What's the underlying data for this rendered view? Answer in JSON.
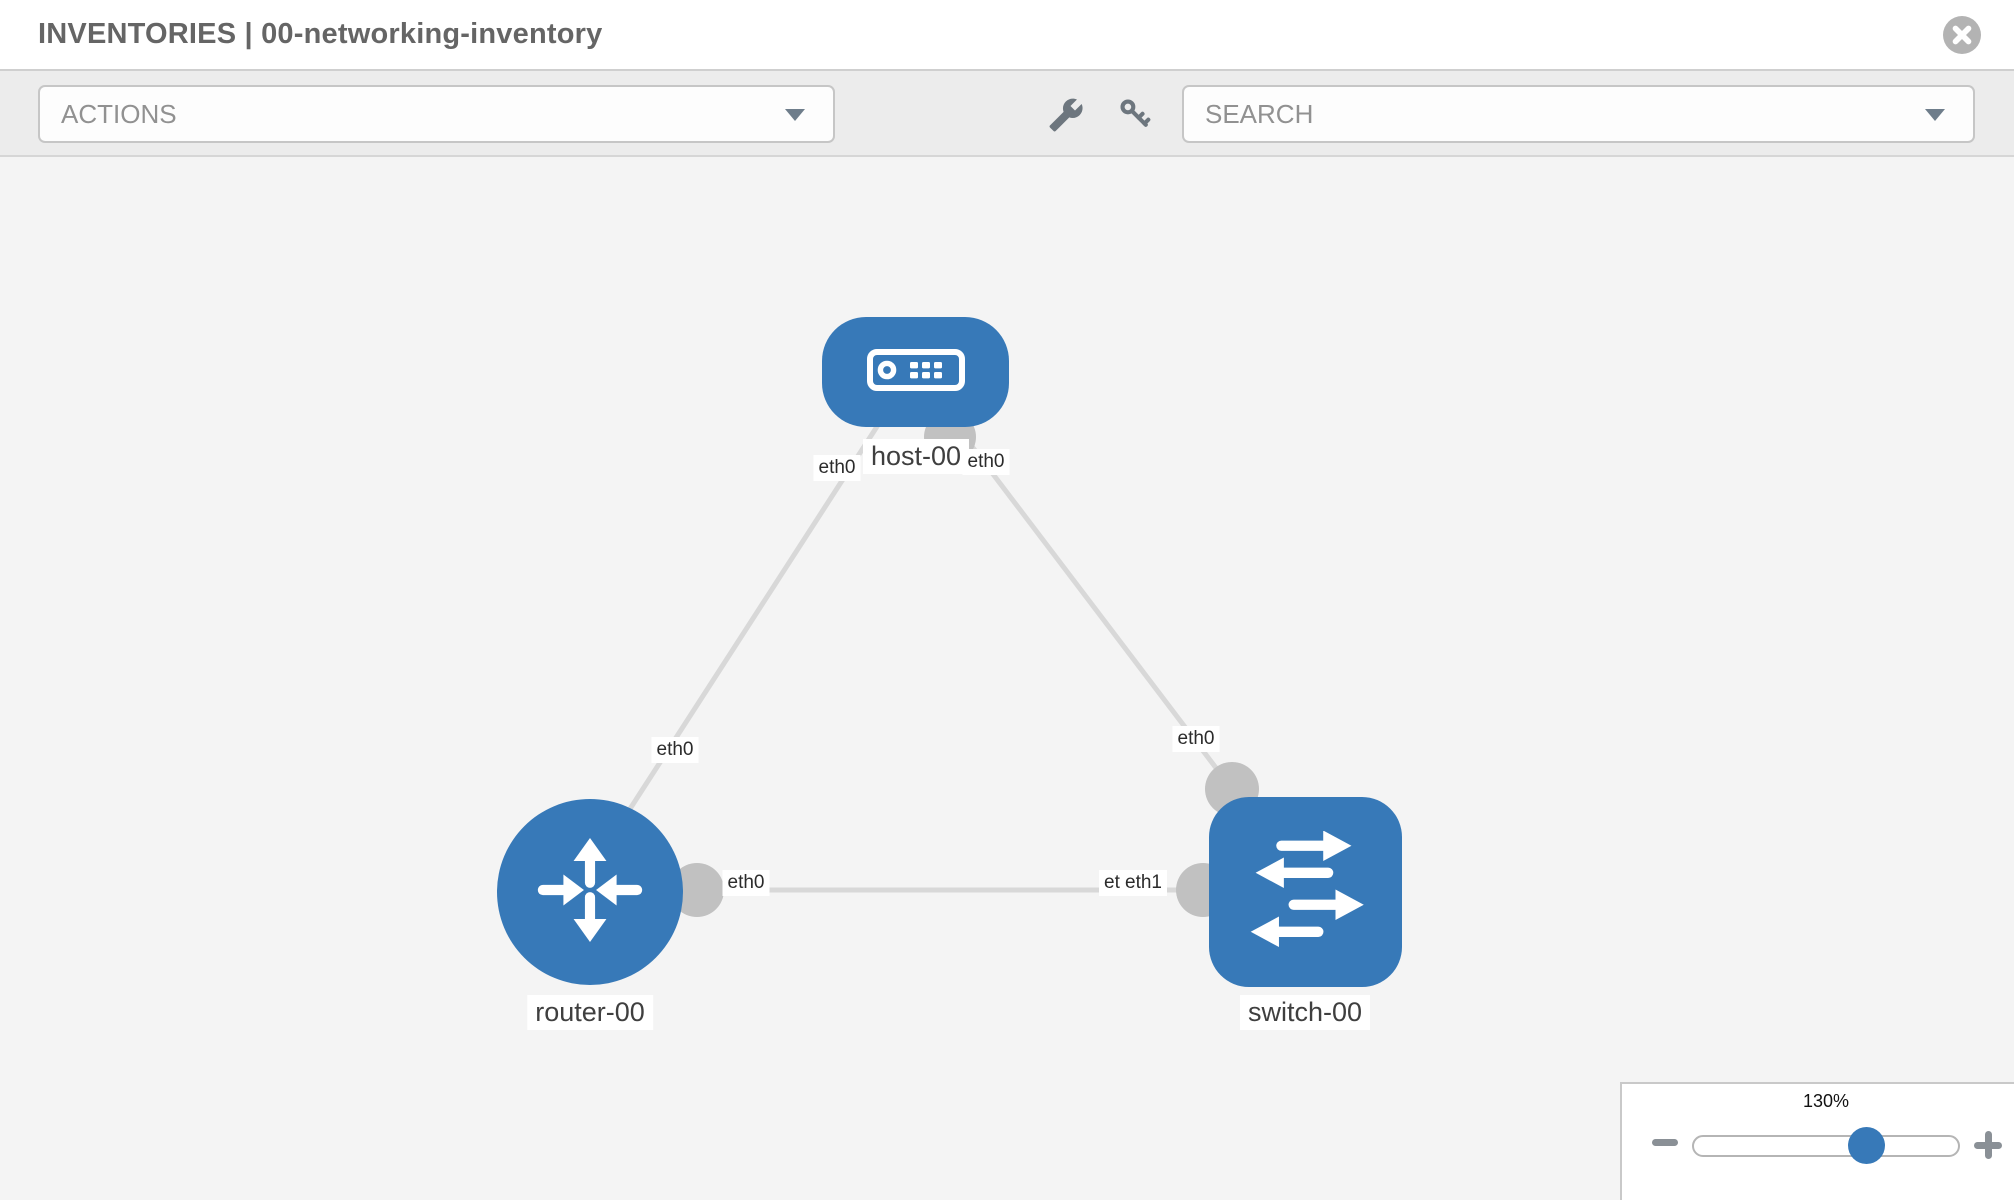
{
  "header": {
    "title": "INVENTORIES | 00-networking-inventory",
    "close_icon": "circle-x-icon"
  },
  "toolbar": {
    "actions_label": "ACTIONS",
    "search_label": "SEARCH",
    "icons": [
      "wrench-icon",
      "key-icon"
    ]
  },
  "topology": {
    "nodes": [
      {
        "id": "host-00",
        "type": "host",
        "label": "host-00"
      },
      {
        "id": "router-00",
        "type": "router",
        "label": "router-00"
      },
      {
        "id": "switch-00",
        "type": "switch",
        "label": "switch-00"
      }
    ],
    "links": [
      {
        "source": "host-00",
        "target": "router-00",
        "source_interface": "eth0",
        "target_interface": "eth0"
      },
      {
        "source": "host-00",
        "target": "switch-00",
        "source_interface": "eth0",
        "target_interface": "eth0"
      },
      {
        "source": "router-00",
        "target": "switch-00",
        "source_interface": "eth0",
        "target_interface": "eth1",
        "overlapped_label": "eth0"
      }
    ]
  },
  "zoom_panel": {
    "level": "130%",
    "percent": 130,
    "minus_icon": "minus-icon",
    "plus_icon": "plus-icon"
  },
  "colors": {
    "node_blue": "#3779b8",
    "connector_gray": "#c1c1c1",
    "edge_gray": "#d8d8d8",
    "toolbar_bg": "#ececec",
    "canvas_bg": "#f4f4f4",
    "title_gray": "#656565"
  }
}
